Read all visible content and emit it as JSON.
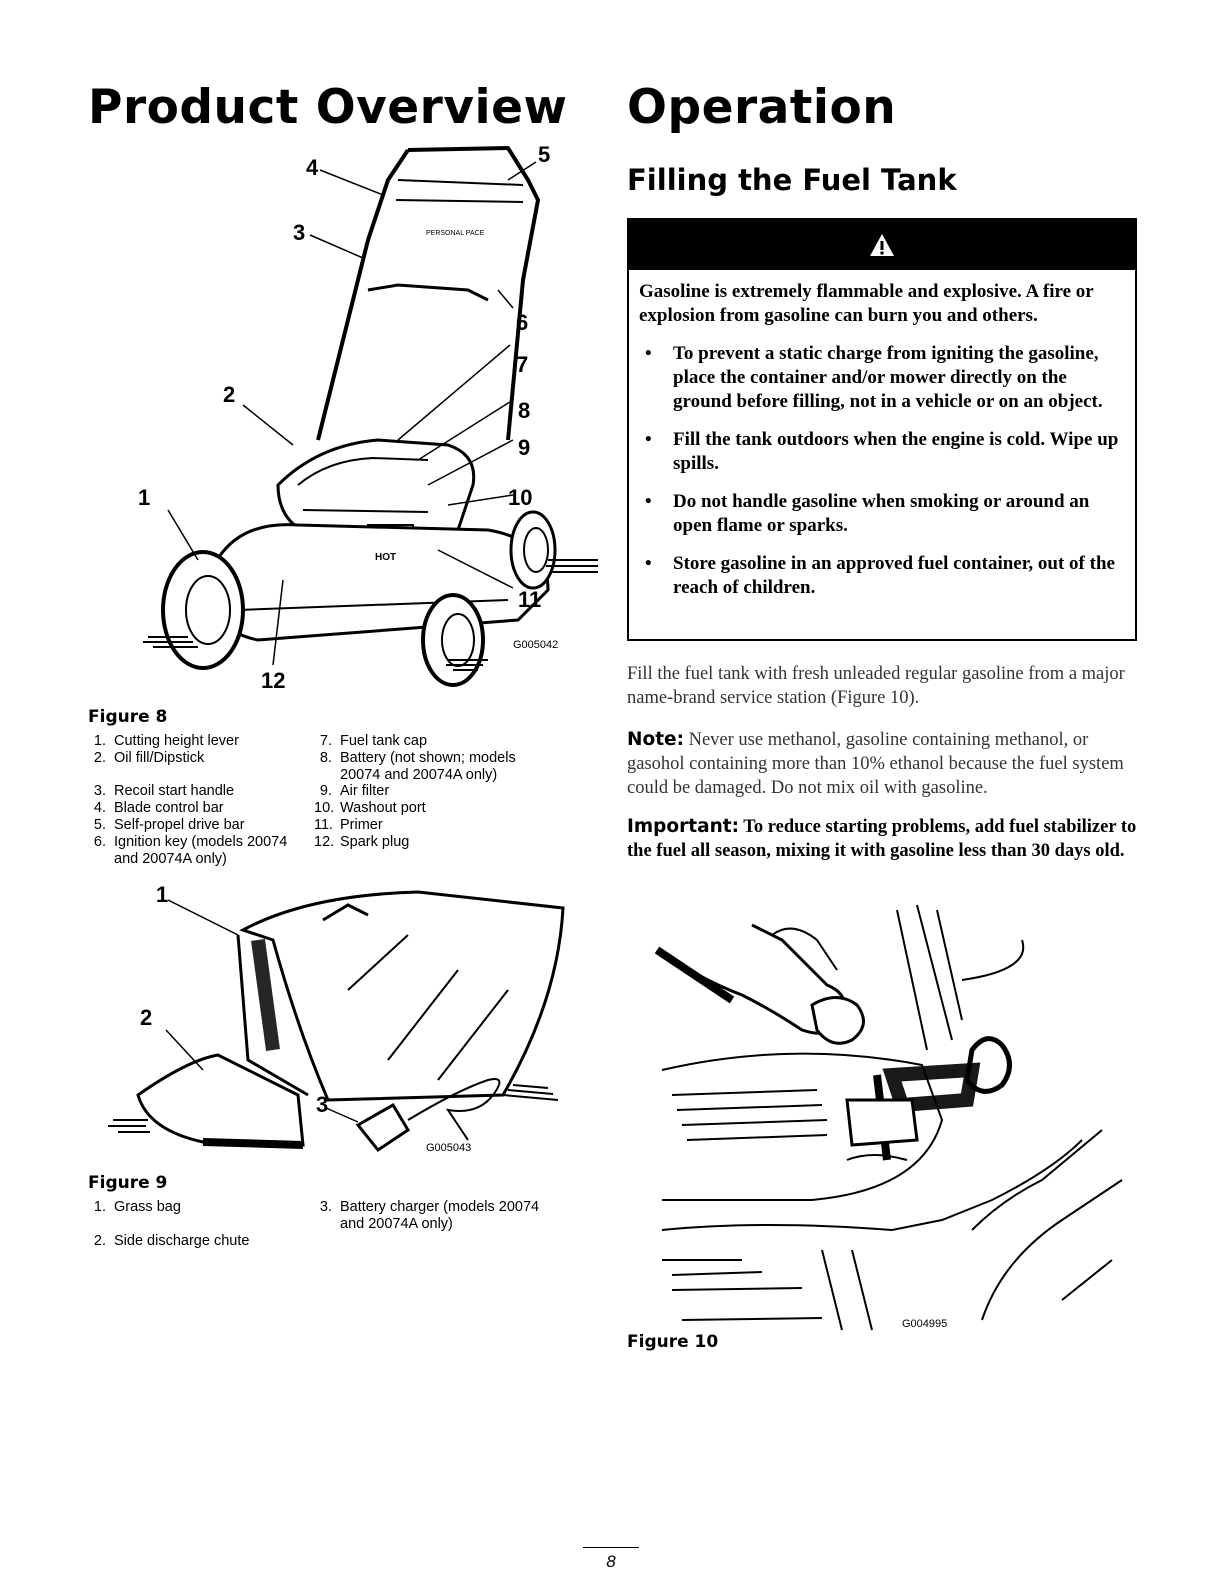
{
  "left": {
    "title": "Product Overview",
    "figure8": {
      "caption": "Figure 8",
      "code": "G005042",
      "brand_label": "PERSONAL PACE",
      "hot_label": "HOT",
      "callouts": [
        "1",
        "2",
        "3",
        "4",
        "5",
        "6",
        "7",
        "8",
        "9",
        "10",
        "11",
        "12"
      ],
      "legend": [
        {
          "num": "1.",
          "text": "Cutting height lever"
        },
        {
          "num": "2.",
          "text": "Oil fill/Dipstick"
        },
        {
          "num": "3.",
          "text": "Recoil start handle"
        },
        {
          "num": "4.",
          "text": "Blade control bar"
        },
        {
          "num": "5.",
          "text": "Self-propel drive bar"
        },
        {
          "num": "6.",
          "text": "Ignition key (models 20074 and 20074A only)"
        },
        {
          "num": "7.",
          "text": "Fuel tank cap"
        },
        {
          "num": "8.",
          "text": "Battery (not shown; models 20074 and 20074A only)"
        },
        {
          "num": "9.",
          "text": "Air filter"
        },
        {
          "num": "10.",
          "text": "Washout port"
        },
        {
          "num": "11.",
          "text": "Primer"
        },
        {
          "num": "12.",
          "text": "Spark plug"
        }
      ]
    },
    "figure9": {
      "caption": "Figure 9",
      "code": "G005043",
      "callouts": [
        "1",
        "2",
        "3"
      ],
      "legend": [
        {
          "num": "1.",
          "text": "Grass bag"
        },
        {
          "num": "2.",
          "text": "Side discharge chute"
        },
        {
          "num": "3.",
          "text": "Battery charger (models 20074 and 20074A only)"
        }
      ]
    }
  },
  "right": {
    "title": "Operation",
    "subtitle": "Filling the Fuel Tank",
    "warning": {
      "icon": "warning-triangle-icon",
      "intro": "Gasoline is extremely flammable and explosive. A fire or explosion from gasoline can burn you and others.",
      "bullets": [
        "To prevent a static charge from igniting the gasoline, place the container and/or mower directly on the ground before filling, not in a vehicle or on an object.",
        "Fill the tank outdoors when the engine is cold. Wipe up spills.",
        "Do not handle gasoline when smoking or around an open flame or sparks.",
        "Store gasoline in an approved fuel container, out of the reach of children."
      ]
    },
    "para1": "Fill the fuel tank with fresh unleaded regular gasoline from a major name-brand service station (Figure 10).",
    "note": {
      "lead": "Note:",
      "text": " Never use methanol, gasoline containing methanol, or gasohol containing more than 10% ethanol because the fuel system could be damaged. Do not mix oil with gasoline."
    },
    "important": {
      "lead": "Important:",
      "text": " To reduce starting problems, add fuel stabilizer to the fuel all season, mixing it with gasoline less than 30 days old."
    },
    "figure10": {
      "caption": "Figure 10",
      "code": "G004995"
    }
  },
  "page_number": "8"
}
